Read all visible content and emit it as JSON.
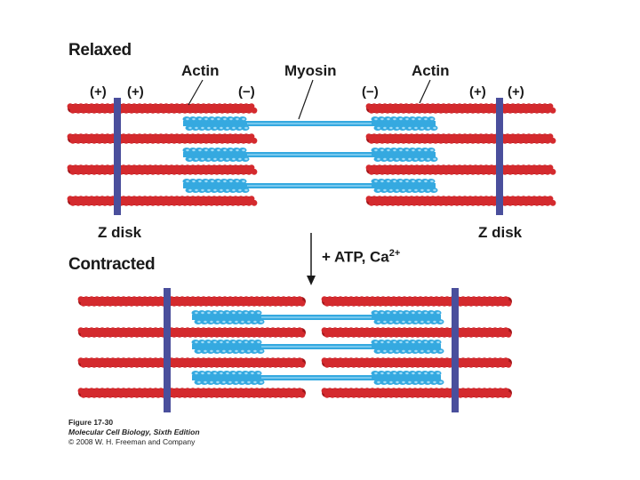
{
  "relaxed": {
    "title": "Relaxed",
    "labels": {
      "actin_left": "Actin",
      "myosin": "Myosin",
      "actin_right": "Actin"
    },
    "polarity": {
      "plus": "(+)",
      "minus": "(−)"
    },
    "z_disk_left": "Z disk",
    "z_disk_right": "Z disk"
  },
  "transition": {
    "label": "+ ATP, Ca",
    "superscript": "2+"
  },
  "contracted": {
    "title": "Contracted"
  },
  "caption": {
    "figure": "Figure 17-30",
    "book": "Molecular Cell Biology, Sixth Edition",
    "copyright": "© 2008 W. H. Freeman and Company"
  },
  "colors": {
    "actin": "#d42a2e",
    "actin_dark": "#9e1418",
    "myosin": "#35a9e0",
    "myosin_light": "#9fdcf7",
    "z_disk": "#4a4f9c",
    "text": "#1a1a1a"
  }
}
